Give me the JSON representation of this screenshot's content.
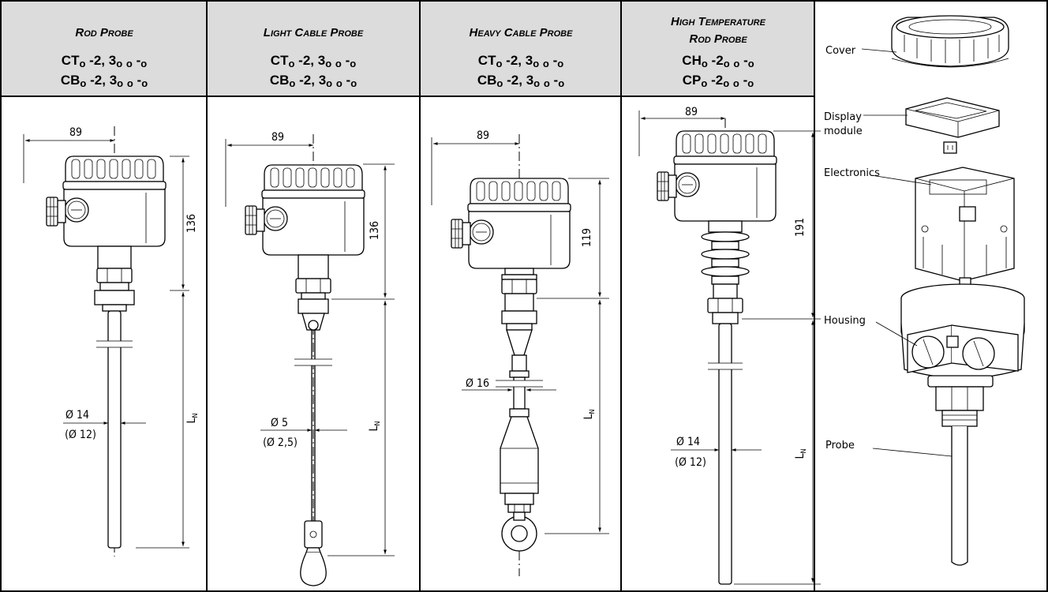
{
  "columns": [
    {
      "title_lines": [
        "Rod probe"
      ],
      "codes": [
        "CTO -2, 3O O -O",
        "CBO -2, 3O O -O"
      ],
      "dims": {
        "width": "89",
        "height": "136",
        "diameter": "Ø 14",
        "diameter_alt": "(Ø 12)",
        "length": "LN"
      }
    },
    {
      "title_lines": [
        "Light cable probe"
      ],
      "codes": [
        "CTO -2, 3O O -O",
        "CBO -2, 3O O -O"
      ],
      "dims": {
        "width": "89",
        "height": "136",
        "diameter": "Ø 5",
        "diameter_alt": "(Ø 2,5)",
        "length": "LN"
      }
    },
    {
      "title_lines": [
        "Heavy cable probe"
      ],
      "codes": [
        "CTO -2, 3O O -O",
        "CBO -2, 3O O -O"
      ],
      "dims": {
        "width": "89",
        "height": "119",
        "diameter": "Ø 16",
        "length": "LN"
      }
    },
    {
      "title_lines": [
        "High temperature",
        "Rod probe"
      ],
      "codes": [
        "CHO -2O O -O",
        "CPO -2O O -O"
      ],
      "dims": {
        "width": "89",
        "height": "191",
        "diameter": "Ø 14",
        "diameter_alt": "(Ø 12)",
        "length": "LN"
      }
    }
  ],
  "exploded_labels": {
    "cover": "Cover",
    "display_line1": "Display",
    "display_line2": "module",
    "electronics": "Electronics",
    "housing": "Housing",
    "probe": "Probe"
  }
}
